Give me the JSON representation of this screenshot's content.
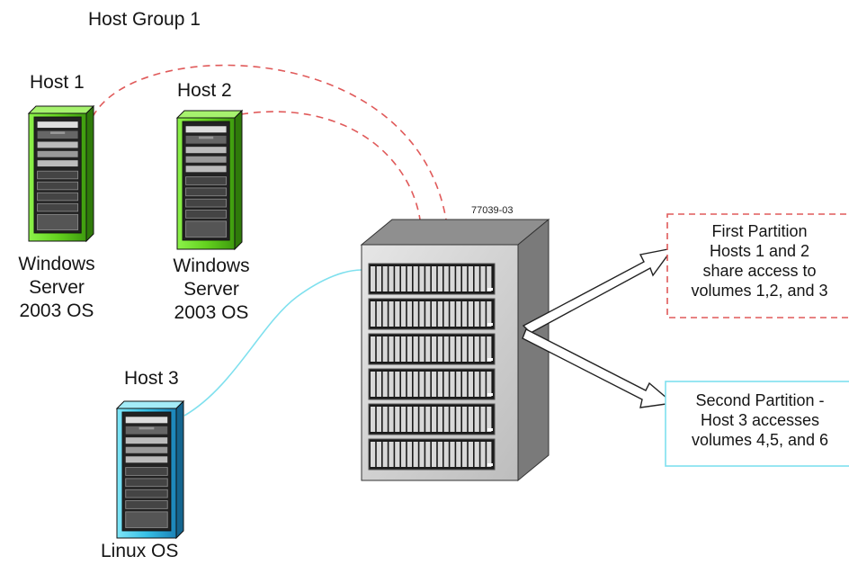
{
  "group": {
    "label": "Host Group 1"
  },
  "hosts": [
    {
      "name": "Host 1",
      "os": [
        "Windows",
        "Server",
        "2003 OS"
      ]
    },
    {
      "name": "Host 2",
      "os": [
        "Windows",
        "Server",
        "2003 OS"
      ]
    },
    {
      "name": "Host 3",
      "os": [
        "Linux OS"
      ]
    }
  ],
  "array": {
    "code": "77039-03"
  },
  "partitions": [
    {
      "lines": [
        "First Partition",
        "Hosts 1 and 2",
        "share access to",
        "volumes 1,2, and 3"
      ]
    },
    {
      "lines": [
        "Second Partition -",
        "Host 3 accesses",
        "volumes 4,5, and 6"
      ]
    }
  ],
  "colors": {
    "host_group_link": "#e05a5a",
    "host3_link": "#7fe0ee",
    "windows_server": "#6fdc2a",
    "linux_server": "#3cc6e8",
    "partition1_border": "#e05a5a",
    "partition2_border": "#7fe0ee",
    "array_body": "#cccccc"
  }
}
